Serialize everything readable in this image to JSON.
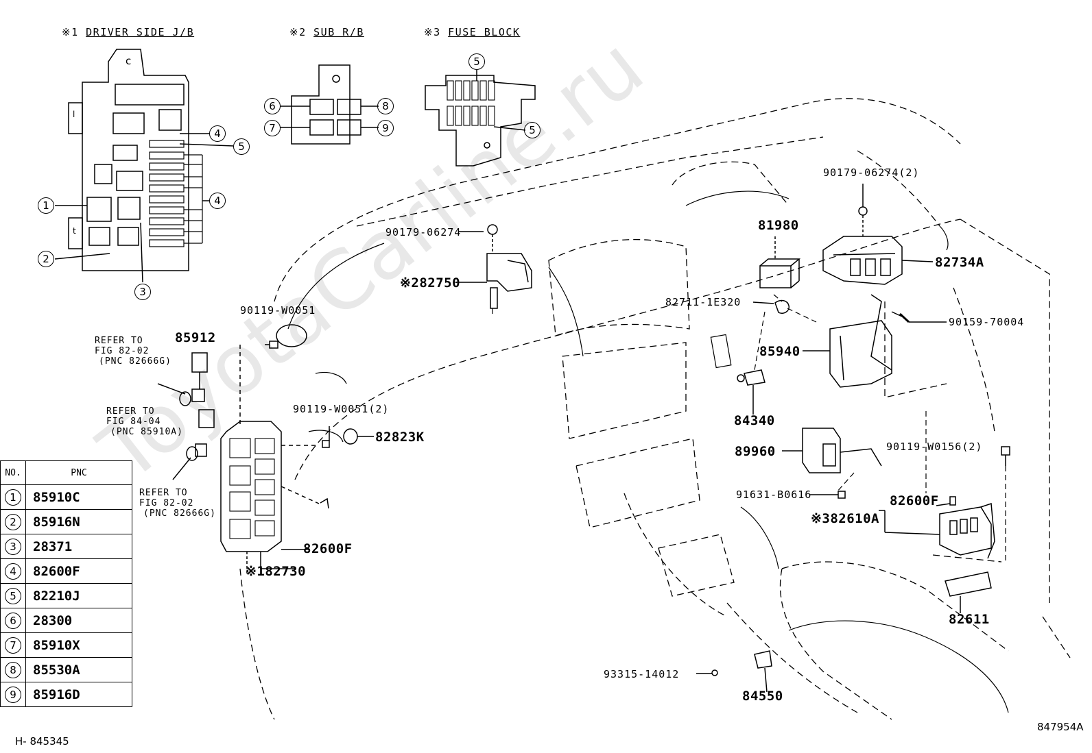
{
  "watermark": "ToyotaCarline.ru",
  "headers": {
    "driver_side_jb": {
      "mark": "※1",
      "label": "DRIVER SIDE J/B"
    },
    "sub_rb": {
      "mark": "※2",
      "label": "SUB R/B"
    },
    "fuse_block": {
      "mark": "※3",
      "label": "FUSE BLOCK"
    }
  },
  "callout_numbers": {
    "jb": [
      "1",
      "2",
      "3",
      "4",
      "5",
      "4"
    ],
    "subrb": [
      "6",
      "7",
      "8",
      "9"
    ],
    "fuseblock": [
      "5",
      "5"
    ]
  },
  "box_letters": {
    "c": "c",
    "l1": "l",
    "l2": "t"
  },
  "parts": {
    "p90179_06274_top": "90179-06274(2)",
    "p81980": "81980",
    "p82734A": "82734A",
    "p90179_06274": "90179-06274",
    "p82750": "※282750",
    "p82711": "82711-1E320",
    "p90159": "90159-70004",
    "p90119_w0051": "90119-W0051",
    "p85912": "85912",
    "p85940": "85940",
    "p90119_w0051_2": "90119-W0051(2)",
    "p82823K": "82823K",
    "p84340": "84340",
    "p89960": "89960",
    "p90119_w0156": "90119-W0156(2)",
    "p91631": "91631-B0616",
    "p82600F_right": "82600F",
    "p82610A": "※382610A",
    "p82600F_left": "82600F",
    "p82730": "※182730",
    "p82611": "82611",
    "p93315": "93315-14012",
    "p84550": "84550"
  },
  "refer_notes": {
    "r1": [
      "REFER TO",
      "FIG 82-02",
      "(PNC 82666G)"
    ],
    "r2": [
      "REFER TO",
      "FIG 84-04",
      "(PNC 85910A)"
    ],
    "r3": [
      "REFER TO",
      "FIG 82-02",
      "(PNC 82666G)"
    ]
  },
  "table": {
    "headers": [
      "NO.",
      "PNC"
    ],
    "rows": [
      {
        "no": "1",
        "pnc": "85910C"
      },
      {
        "no": "2",
        "pnc": "85916N"
      },
      {
        "no": "3",
        "pnc": "28371"
      },
      {
        "no": "4",
        "pnc": "82600F"
      },
      {
        "no": "5",
        "pnc": "82210J"
      },
      {
        "no": "6",
        "pnc": "28300"
      },
      {
        "no": "7",
        "pnc": "85910X"
      },
      {
        "no": "8",
        "pnc": "85530A"
      },
      {
        "no": "9",
        "pnc": "85916D"
      }
    ]
  },
  "footer": {
    "left_code": "H- 845345",
    "right_code": "847954A"
  }
}
